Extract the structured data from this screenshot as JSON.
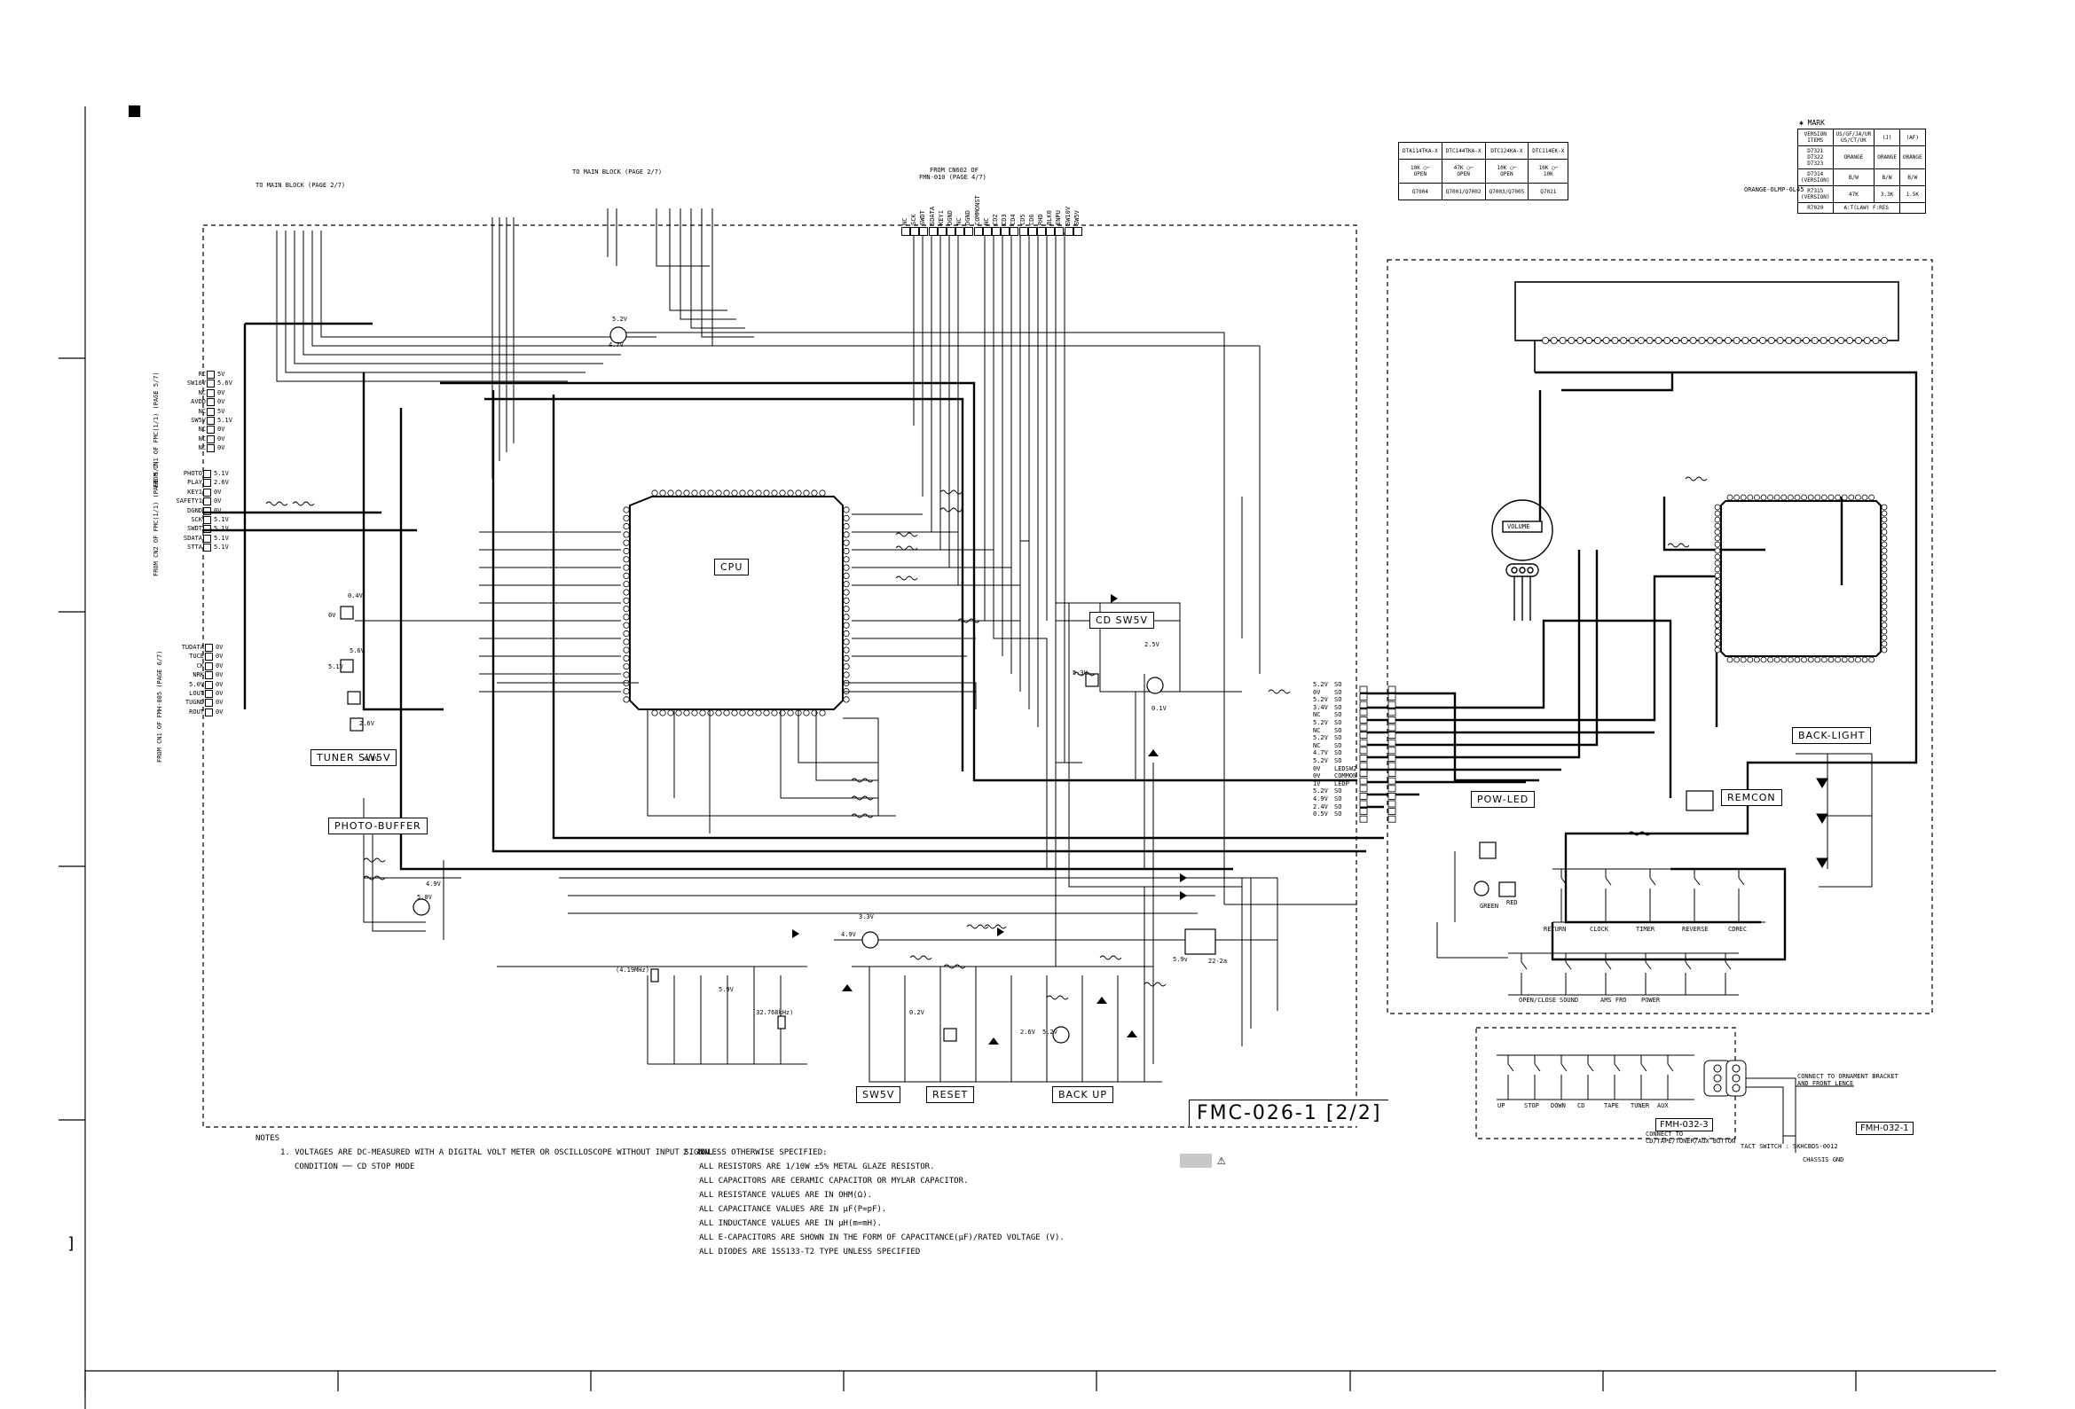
{
  "header": {
    "bullet": "■",
    "mark_title": "✱ MARK",
    "left_bracket": "]"
  },
  "top_labels": {
    "to_main_left": "TO MAIN BLOCK (PAGE 2/7)",
    "to_main_mid": "TO MAIN BLOCK (PAGE 2/7)",
    "from_cn602": "FROM CN602 OF",
    "from_cn602_sub": "FMN-010 (PAGE 4/7)"
  },
  "left_labels": {
    "cn1": "FROM CN1 OF\nFMC(1/1) (PAGE 5/7)",
    "cn2": "FROM CN2 OF\nFMC(1/1) (PAGE 5/7)",
    "cn3": "FROM CN1 OF FMH-005\n(PAGE 6/7)"
  },
  "left_pins_a": [
    "RC",
    "SW10V",
    "NC",
    "AVDD",
    "NC",
    "SW5V",
    "NC",
    "NC",
    "NC"
  ],
  "left_pins_a_volts": [
    "5V",
    "5.6V",
    "0V",
    "0V",
    "5V",
    "5.1V",
    "0V",
    "0V",
    "0V"
  ],
  "left_pins_b": [
    "PHOTO",
    "PLAY",
    "KEY1",
    "SAFETY1",
    "DGND",
    "SCK",
    "SWDT",
    "SDATA",
    "STTA"
  ],
  "left_pins_b_volts": [
    "5.1V",
    "2.6V",
    "0V",
    "0V",
    "0V",
    "5.1V",
    "5.1V",
    "5.1V",
    "5.1V"
  ],
  "left_pins_c": [
    "TUDATA",
    "TUCE",
    "CK",
    "NRK",
    "5.0V",
    "LOUT",
    "TUGND",
    "ROUT"
  ],
  "left_pins_c_volts": [
    "0V",
    "0V",
    "0V",
    "0V",
    "0V",
    "0V",
    "0V",
    "0V"
  ],
  "top_pins": [
    "NC",
    "SCK",
    "SWDT",
    "SDATA",
    "KEY1",
    "DGND",
    "NC",
    "DGND",
    "COMMONST",
    "NC",
    "CD2",
    "CD3",
    "CD4",
    "CD5",
    "CD6",
    "RHD",
    "BLK0",
    "ENPU",
    "SW10V",
    "SW5V"
  ],
  "blocks": {
    "cpu": "CPU",
    "cd_sw5v": "CD SW5V",
    "tuner_sw5v": "TUNER SW5V",
    "photo_buffer": "PHOTO-BUFFER",
    "sw5v": "SW5V",
    "reset": "RESET",
    "back_up": "BACK UP",
    "back_light": "BACK-LIGHT",
    "pow_led": "POW-LED",
    "remcon": "REMCON",
    "volume": "VOLUME"
  },
  "board_titles": {
    "fmc": "FMC-026-1 [2/2]",
    "fmh3": "FMH-032-3",
    "fmh1": "FMH-032-1"
  },
  "buttons_row1": [
    "RETURN",
    "CLOCK",
    "TIMER",
    "REVERSE",
    "CDREC"
  ],
  "buttons_row2": [
    "OPEN/CLOSE",
    "SOUND",
    "AMS FRO",
    "POWER"
  ],
  "buttons_row3": [
    "UP",
    "STOP",
    "DOWN",
    "CD",
    "TAPE",
    "TUNER",
    "AUX"
  ],
  "misc_labels": {
    "green": "GREEN",
    "red": "RED",
    "connect_bracket": "CONNECT TO ORNAMENT BRACKET\nAND FRONT LENCE",
    "connect_button": "CONNECT TO\nCD/TAPE/TUNER/AUX BUTTON",
    "tact_switch": "TACT SWITCH : SKHCBDS-0012",
    "chassis_gnd": "CHASSIS GND",
    "orange_label": "ORANGE-OLMP-6L45",
    "crystal1": "(4.19MHz)",
    "crystal2": "(32.768kHz)",
    "ic_label": "22-2a",
    "power_label": "5.9v"
  },
  "volts": [
    "5.2V",
    "4.7V",
    "0.4V",
    "0V",
    "5.6V",
    "5.1V",
    "2.6V",
    "4.8V",
    "4.9V",
    "5.0V",
    "3.3V",
    "4.9V",
    "5.3V",
    "2.5V",
    "0.1V",
    "5.9V",
    "0.2V",
    "2.6V",
    "5.2V"
  ],
  "connector_pins_mid": [
    "5.2V",
    "0V",
    "5.2V",
    "3.4V",
    "NC",
    "5.2V",
    "NC",
    "5.2V",
    "NC",
    "4.7V",
    "5.2V",
    "0V",
    "0V",
    "1V",
    "5.2V",
    "4.9V",
    "2.4V",
    "0.5V"
  ],
  "connector_pins_mid_names": [
    "SO",
    "SO",
    "SO",
    "SO",
    "SO",
    "SO",
    "SO",
    "SO",
    "SO",
    "SO",
    "SO",
    "LEDSW2",
    "COMMON",
    "LEDP",
    "SO",
    "SO",
    "SO",
    "SO"
  ],
  "mark_table": {
    "header": [
      "VERSION\nITEMS",
      "US/GF/JA/UR\nUS/CT/UK",
      "(J)",
      "(AF)"
    ],
    "rows": [
      [
        "D7321\nD7322\nD7323",
        "ORANGE",
        "ORANGE",
        "ORANGE"
      ],
      [
        "D7314\n(VERSION)",
        "B/W",
        "B/W",
        "B/W"
      ],
      [
        "R7315\n(VERSION)",
        "47K",
        "3.3K",
        "1.5K"
      ],
      [
        "R7020",
        "A:T(LAW) F:RES",
        ""
      ]
    ]
  },
  "transistor_table": {
    "names": [
      "DTA114TKA-X",
      "DTC144TKA-X",
      "DTC124KA-X",
      "DTC114EK-X"
    ],
    "values": [
      "10K",
      "47K",
      "10K",
      "10K"
    ],
    "conditions": [
      "OPEN",
      "OPEN",
      "OPEN",
      "10K"
    ],
    "refs": [
      "Q7004",
      "Q7001/Q7002",
      "Q7003/Q7005",
      "Q7021"
    ]
  },
  "notes": {
    "title": "NOTES",
    "n1": "1. VOLTAGES ARE DC-MEASURED WITH A DIGITAL VOLT METER OR OSCILLOSCOPE WITHOUT INPUT SIGNAL.",
    "condition": "CONDITION ── CD STOP MODE",
    "n2": "2. UNLESS OTHERWISE SPECIFIED:",
    "lines": [
      "ALL RESISTORS ARE 1/10W ±5% METAL GLAZE RESISTOR.",
      "ALL CAPACITORS ARE CERAMIC CAPACITOR OR MYLAR CAPACITOR.",
      "ALL RESISTANCE VALUES ARE IN OHM(Ω).",
      "ALL CAPACITANCE VALUES ARE IN μF(P=pF).",
      "ALL INDUCTANCE VALUES ARE IN μH(m=mH).",
      "ALL E-CAPACITORS ARE SHOWN IN THE FORM OF CAPACITANCE(μF)/RATED VOLTAGE (V).",
      "ALL DIODES ARE 1SS133-T2 TYPE UNLESS SPECIFIED"
    ],
    "warning": "⚠"
  }
}
